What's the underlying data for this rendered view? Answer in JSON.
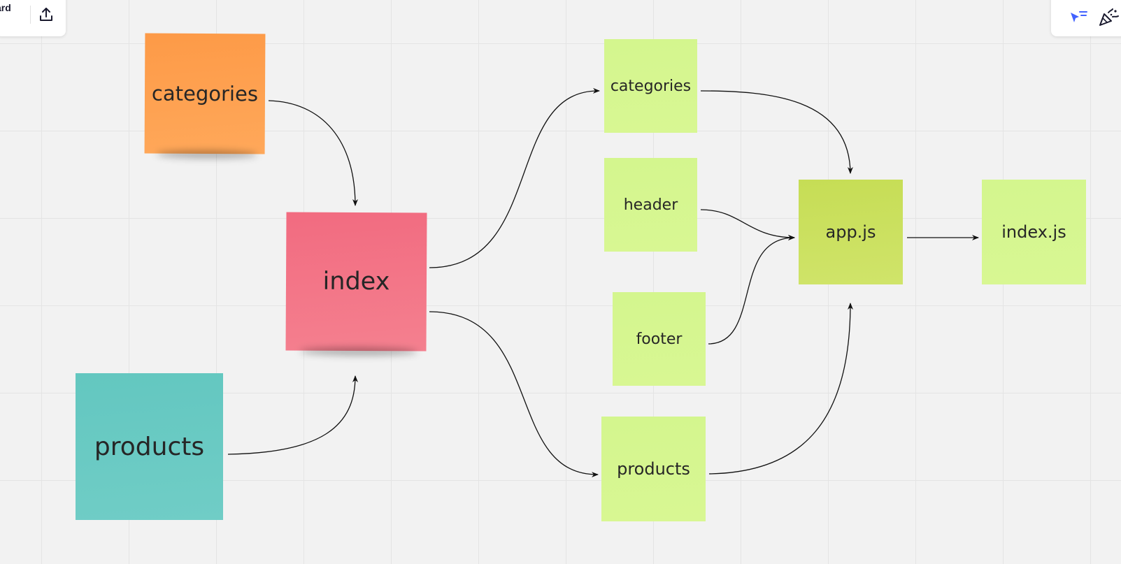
{
  "toolbar": {
    "board_name": "ard",
    "share_icon": "upload-icon",
    "cursor_filter_icon": "cursor-filter-icon",
    "celebrate_icon": "party-popper-icon"
  },
  "colors": {
    "orange": "#fd9a47",
    "pink": "#f26b80",
    "teal": "#63c7c0",
    "lime": "#d4f68e",
    "olive": "#c6dd55",
    "accent_blue": "#4262ff"
  },
  "stickies": {
    "categories_source": "categories",
    "index_center": "index",
    "products_source": "products",
    "categories_target": "categories",
    "header": "header",
    "footer": "footer",
    "products_target": "products",
    "app_js": "app.js",
    "index_js": "index.js"
  }
}
